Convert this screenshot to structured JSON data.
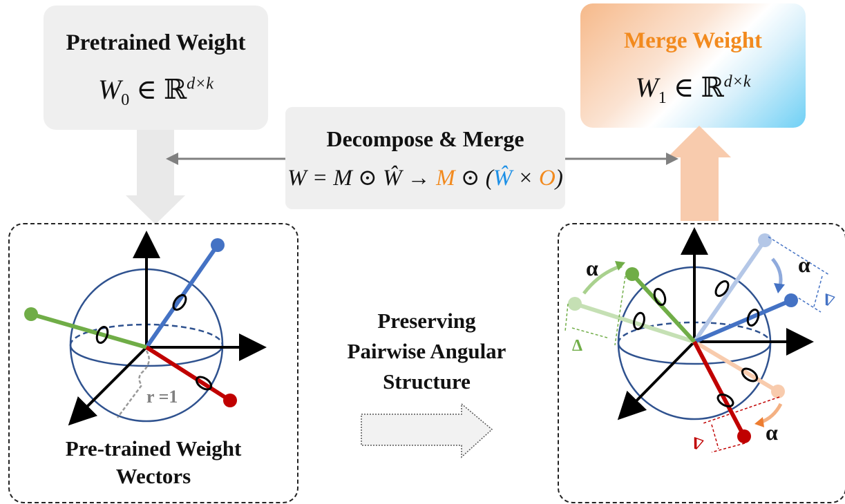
{
  "pretrained": {
    "title": "Pretrained Weight",
    "symbol": "W",
    "subscript": "0",
    "in": "∈ ℝ",
    "superscript": "d×k"
  },
  "merge": {
    "title": "Merge Weight",
    "title_color": "#f28a1e",
    "symbol": "W",
    "subscript": "1",
    "in": "∈ ℝ",
    "superscript": "d×k"
  },
  "decompose": {
    "title": "Decompose & Merge",
    "eq_part1": "W = M ⊙ Ŵ → ",
    "eq_M": "M",
    "eq_odot": " ⊙ (",
    "eq_What": "Ŵ",
    "eq_times": " × ",
    "eq_O": "O",
    "eq_close": ")",
    "orange": "#f28a1e",
    "blue": "#1e90e6"
  },
  "middle_text": {
    "line1": "Preserving",
    "line2": "Pairwise Angular",
    "line3": "Structure"
  },
  "left_panel": {
    "radius_label": "r =1",
    "caption_line1": "Pre-trained Weight",
    "caption_line2": "Wectors",
    "vector_colors": {
      "blue": "#4472c4",
      "green": "#70ad47",
      "red": "#c00000"
    }
  },
  "right_panel": {
    "alpha": "α",
    "delta": "Δ",
    "faded_colors": {
      "blue": "#b4c7e7",
      "green": "#c5e0b4",
      "red": "#f8cbad"
    }
  }
}
